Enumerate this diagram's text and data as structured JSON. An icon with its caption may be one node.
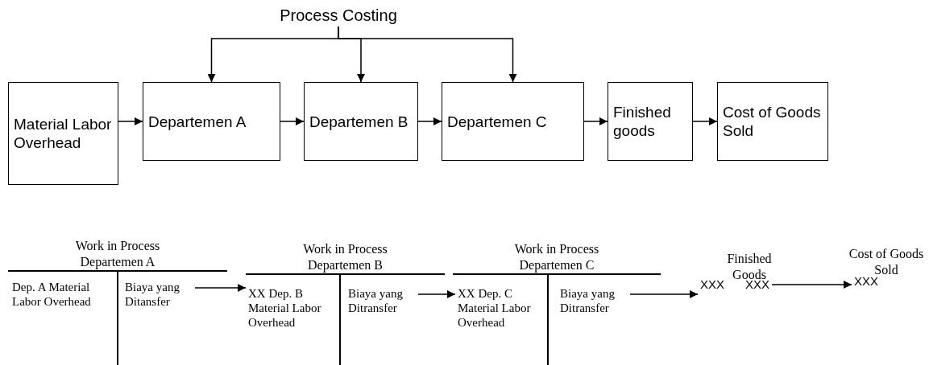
{
  "diagram": {
    "nodes": [
      {
        "text": [
          "Process Costing"
        ]
      },
      {
        "text": [
          "Material Labor Overhead"
        ]
      },
      {
        "text": [
          "Departemen A"
        ]
      },
      {
        "text": [
          "Departemen B"
        ]
      },
      {
        "text": [
          "Departemen C"
        ]
      },
      {
        "text": [
          "Finished goods"
        ]
      },
      {
        "text": [
          "Cost of Goods Sold"
        ]
      },
      {
        "text": [
          "Work in Process Departemen A"
        ]
      },
      {
        "text": [
          "Dep. A Material Labor Overhead"
        ],
        "in": 7
      },
      {
        "text": [
          "Biaya yang Ditansfer"
        ],
        "in": 7
      },
      {
        "text": [
          "Work in Process Departemen B"
        ]
      },
      {
        "text": [
          "XX Dep. B Material Labor Overhead"
        ],
        "in": 10
      },
      {
        "text": [
          "Biaya yang Ditransfer"
        ],
        "in": 10
      },
      {
        "text": [
          "Work in Process Departemen C"
        ]
      },
      {
        "text": [
          "XX Dep. C Material Labor Overhead"
        ],
        "in": 13
      },
      {
        "text": [
          "Biaya yang Ditransfer"
        ],
        "in": 13
      },
      {
        "text": [
          "Finished Goods"
        ]
      },
      {
        "text": [
          "XXX"
        ],
        "in": 16
      },
      {
        "text": [
          "XXX"
        ],
        "in": 16
      },
      {
        "text": [
          "Cost of Goods Sold"
        ]
      },
      {
        "text": [
          "XXX"
        ],
        "in": 19
      }
    ],
    "edges": [
      {
        "from": 0,
        "to": 2,
        "arrow": "to"
      },
      {
        "from": 0,
        "to": 3,
        "arrow": "to"
      },
      {
        "from": 0,
        "to": 4,
        "arrow": "to"
      },
      {
        "from": 1,
        "to": 2,
        "arrow": "to"
      },
      {
        "from": 2,
        "to": 3,
        "arrow": "to"
      },
      {
        "from": 3,
        "to": 4,
        "arrow": "to"
      },
      {
        "from": 4,
        "to": 5,
        "arrow": "to"
      },
      {
        "from": 5,
        "to": 6,
        "arrow": "to"
      },
      {
        "from": 9,
        "to": 11,
        "arrow": "to"
      },
      {
        "from": 12,
        "to": 14,
        "arrow": "to"
      },
      {
        "from": 15,
        "to": 17,
        "arrow": "to"
      },
      {
        "from": 18,
        "to": 20,
        "arrow": "to"
      }
    ]
  }
}
